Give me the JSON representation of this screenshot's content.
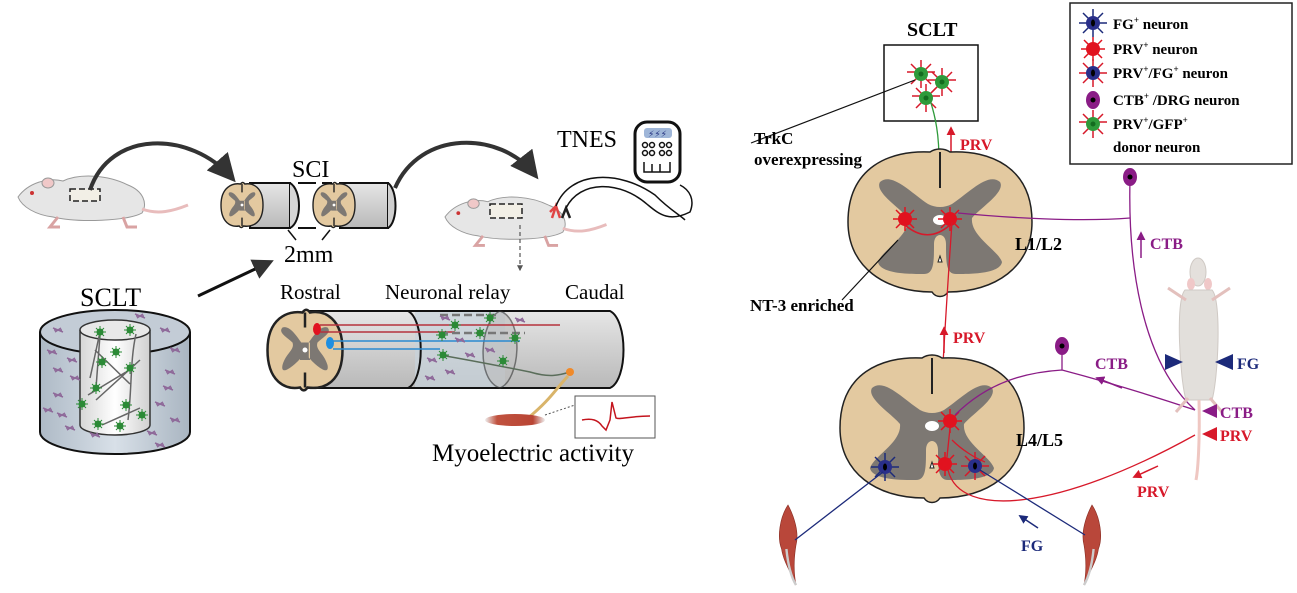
{
  "left_panel": {
    "sci_label": "SCI",
    "gap_label": "2mm",
    "sclt_label": "SCLT",
    "tnes_label": "TNES",
    "rostral_label": "Rostral",
    "relay_label": "Neuronal relay",
    "caudal_label": "Caudal",
    "myo_label": "Myoelectric activity"
  },
  "right_panel": {
    "sclt_label": "SCLT",
    "trkc_label_1": "TrkC",
    "trkc_label_2": "overexpressing",
    "nt3_label": "NT-3 enriched",
    "l1l2_label": "L1/L2",
    "l4l5_label": "L4/L5",
    "prv_upper": "PRV",
    "prv_middle": "PRV",
    "prv_lower": "PRV",
    "prv_inject": "PRV",
    "ctb_upper": "CTB",
    "ctb_middle": "CTB",
    "ctb_inject": "CTB",
    "fg_inject": "FG",
    "fg_lower": "FG"
  },
  "legend": {
    "items": [
      {
        "sup": "FG",
        "sup_mark": "+",
        "rest": " neuron",
        "icon": "fg-neuron-icon"
      },
      {
        "sup": "PRV",
        "sup_mark": "+",
        "rest": " neuron",
        "icon": "prv-neuron-icon"
      },
      {
        "sup": "PRV",
        "sup_mark": "+",
        "rest2": "/FG",
        "sup_mark2": "+",
        "rest": " neuron",
        "icon": "prv-fg-neuron-icon"
      },
      {
        "sup": "CTB",
        "sup_mark": "+",
        "rest": " /DRG neuron",
        "icon": "ctb-drg-neuron-icon"
      },
      {
        "sup": "PRV",
        "sup_mark": "+",
        "rest2": "/GFP",
        "sup_mark2": "+",
        "rest": "",
        "icon": "prv-gfp-neuron-icon"
      }
    ],
    "donor_line": "donor neuron"
  },
  "colors": {
    "prv": "#d7192a",
    "ctb": "#8a1c86",
    "fg": "#1c2a7a",
    "gfp": "#2e9a3a",
    "cord_white": "#e3c9a0",
    "cord_gray": "#7d7873",
    "tube": "#d0d0d0"
  }
}
